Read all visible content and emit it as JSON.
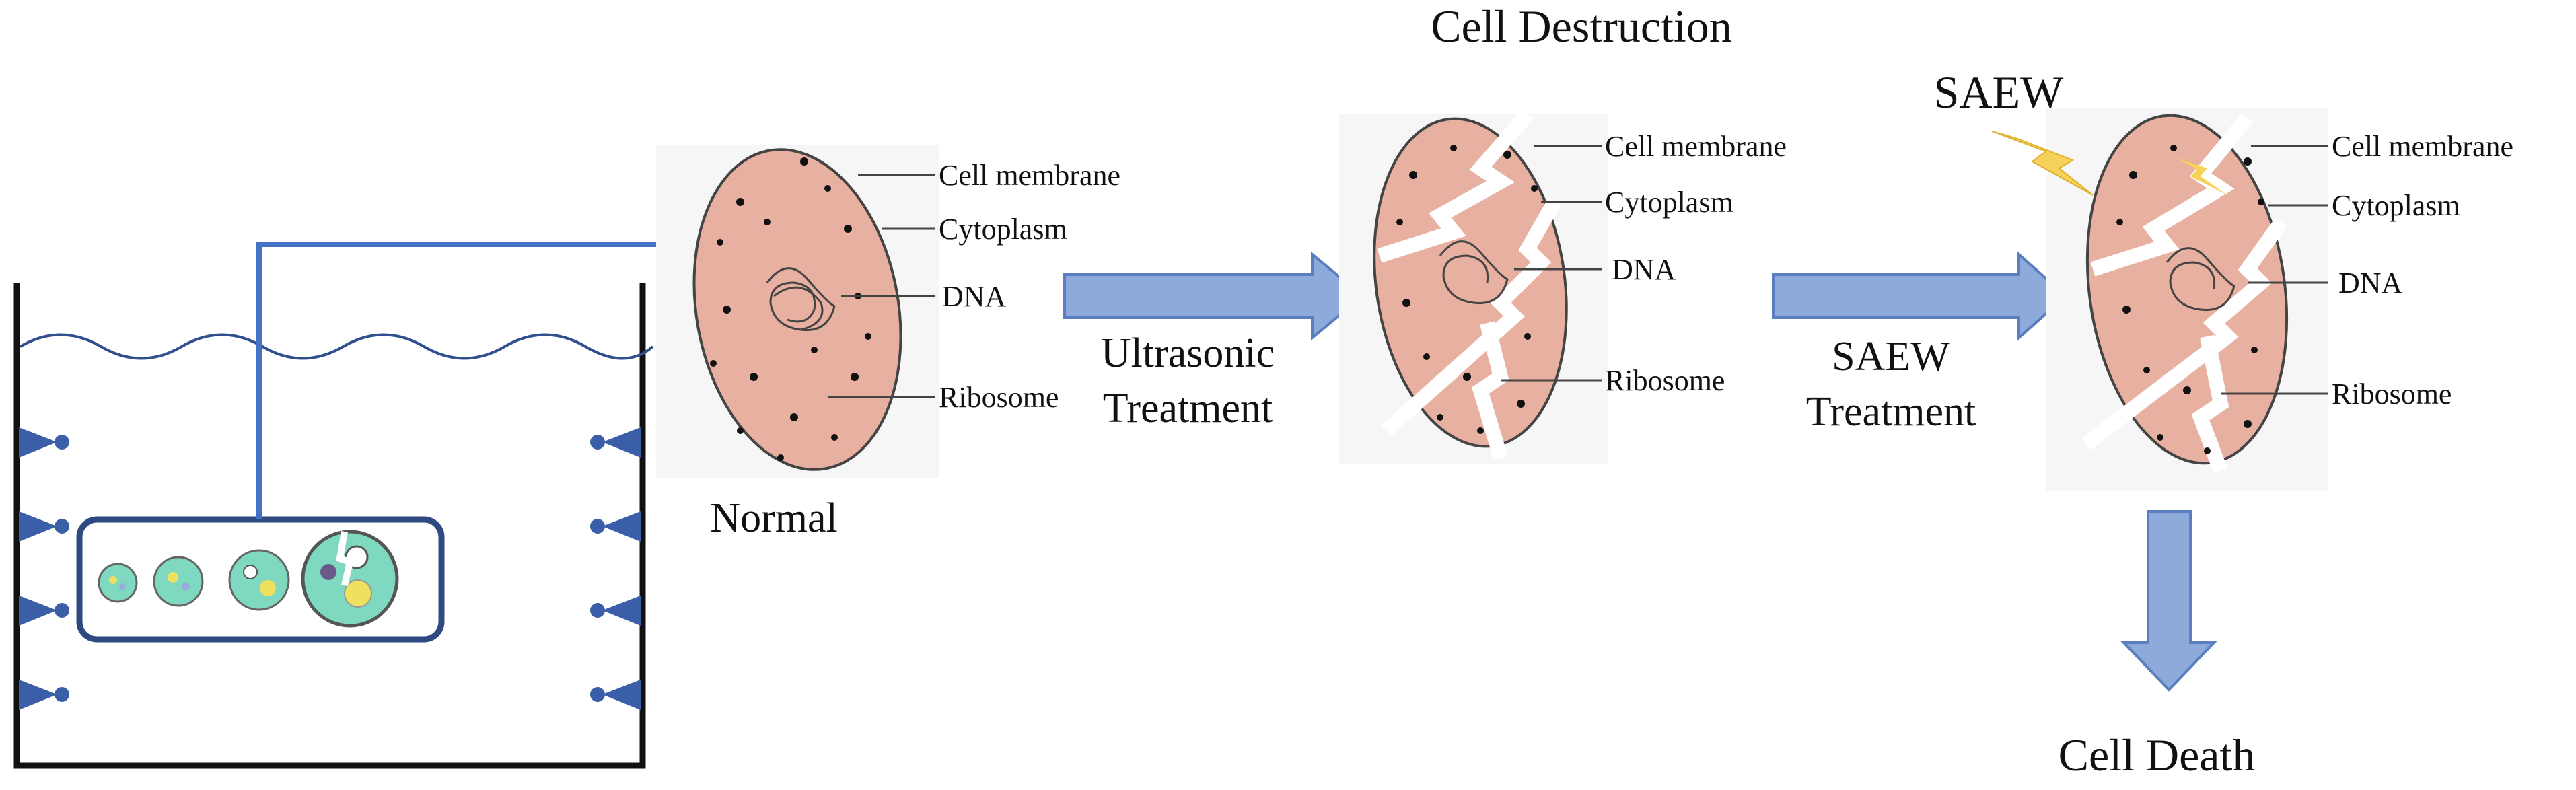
{
  "labels": {
    "normal": "Normal",
    "cell_destruction": "Cell Destruction",
    "cell_death": "Cell Death",
    "saew": "SAEW",
    "ultrasonic_treatment_line1": "Ultrasonic",
    "ultrasonic_treatment_line2": "Treatment",
    "saew_treatment_line1": "SAEW",
    "saew_treatment_line2": "Treatment",
    "cell_membrane": "Cell membrane",
    "cytoplasm": "Cytoplasm",
    "dna": "DNA",
    "ribosome": "Ribosome"
  },
  "colors": {
    "cell_fill": "#e8b0a0",
    "cell_stroke": "#444444",
    "arrow_fill": "#8eaadb",
    "arrow_stroke": "#5a7fc0",
    "tank_line": "#111111",
    "connector_line": "#4472c4",
    "transducer": "#3a5fa8",
    "bubble_fill": "#7fd8c0",
    "lightning": "#f7d25a"
  },
  "icons": {
    "transducer": "transducer-icon",
    "lightning": "lightning-icon",
    "bubble": "bacteria-cell-icon"
  }
}
